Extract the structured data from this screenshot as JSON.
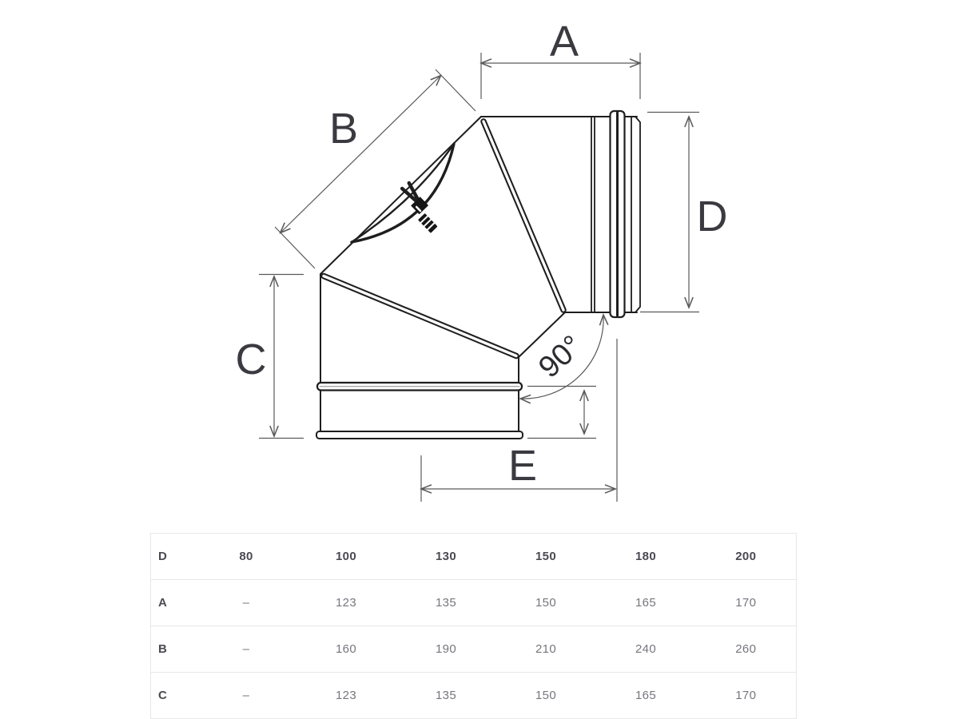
{
  "diagram": {
    "labels": {
      "a": "A",
      "b": "B",
      "c": "C",
      "d": "D",
      "e": "E"
    },
    "angle_label": "90°"
  },
  "table": {
    "header": [
      "D",
      "80",
      "100",
      "130",
      "150",
      "180",
      "200"
    ],
    "rows": [
      {
        "cells": [
          "A",
          "–",
          "123",
          "135",
          "150",
          "165",
          "170"
        ]
      },
      {
        "cells": [
          "B",
          "–",
          "160",
          "190",
          "210",
          "240",
          "260"
        ]
      },
      {
        "cells": [
          "C",
          "–",
          "123",
          "135",
          "150",
          "165",
          "170"
        ]
      }
    ]
  },
  "colors": {
    "background": "#ffffff",
    "part_outline": "#1e1e1e",
    "dimension_line": "#5a5a5a",
    "dimension_label": "#3a3a40",
    "table_header_text": "#4a4a52",
    "table_value_text": "#76767e",
    "table_border": "#e8e8eb"
  }
}
